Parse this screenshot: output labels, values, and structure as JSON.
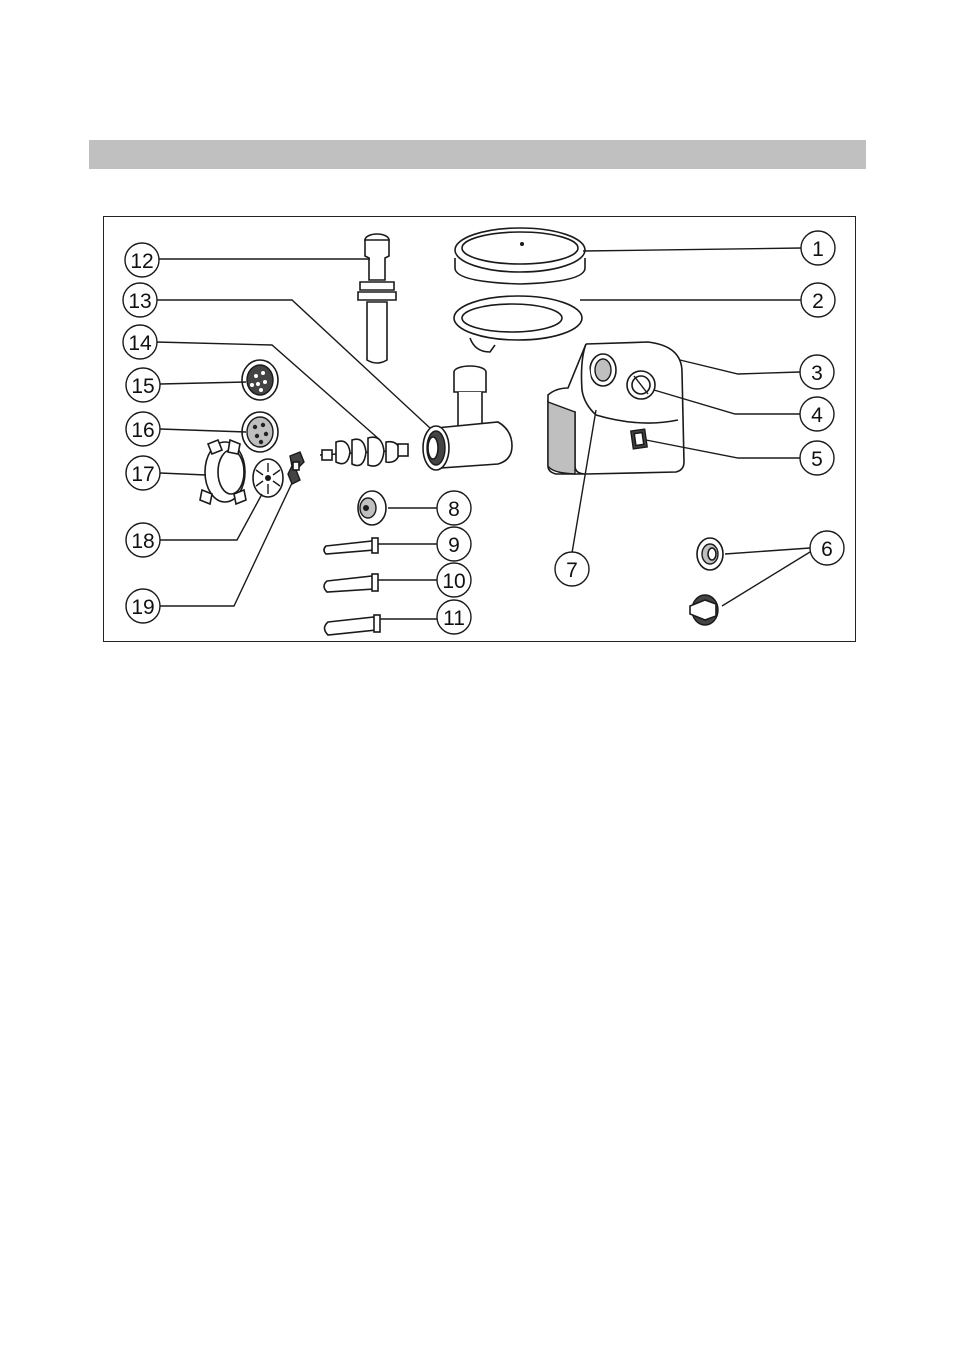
{
  "callouts": {
    "c1": "1",
    "c2": "2",
    "c3": "3",
    "c4": "4",
    "c5": "5",
    "c6": "6",
    "c7": "7",
    "c8": "8",
    "c9": "9",
    "c10": "10",
    "c11": "11",
    "c12": "12",
    "c13": "13",
    "c14": "14",
    "c15": "15",
    "c16": "16",
    "c17": "17",
    "c18": "18",
    "c19": "19"
  },
  "colors": {
    "line": "#1a1a1a",
    "header_bar": "#c0c0c0",
    "background": "#ffffff"
  }
}
